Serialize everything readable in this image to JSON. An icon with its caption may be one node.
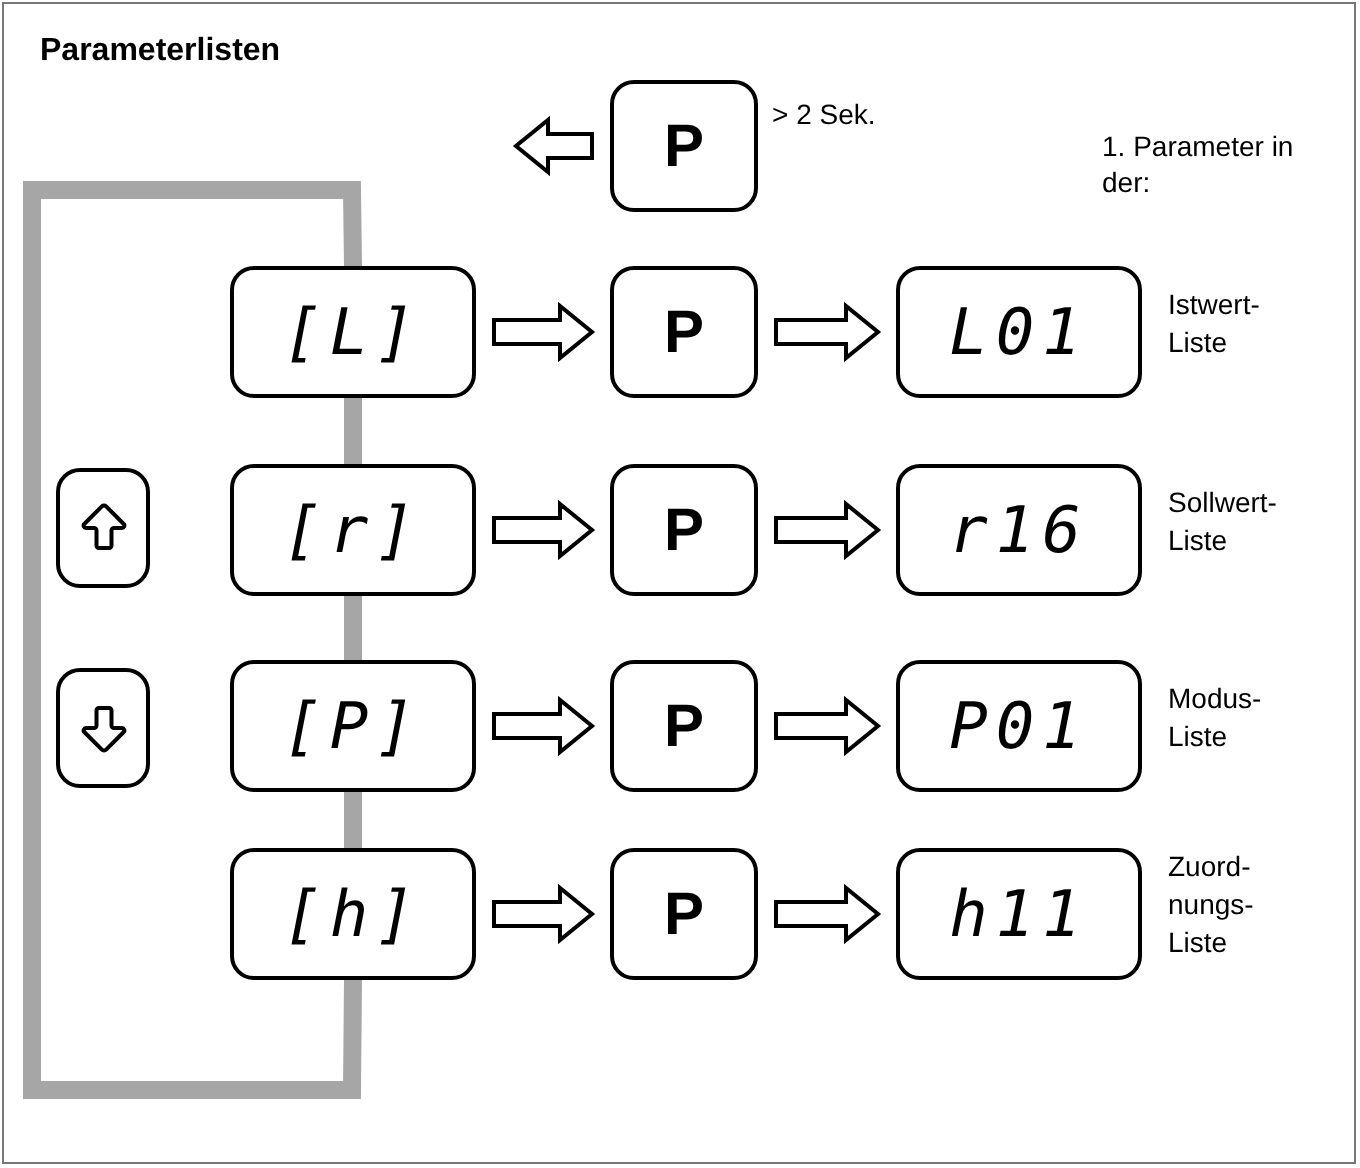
{
  "diagram": {
    "title": "Parameterlisten",
    "nodes": [
      {
        "text": [
          "P"
        ],
        "beside": [
          "> 2 Sek."
        ]
      },
      {
        "text": [
          "[L]"
        ]
      },
      {
        "text": [
          "P"
        ]
      },
      {
        "text": [
          "L01"
        ],
        "beside": [
          "Istwert- Liste"
        ]
      },
      {
        "text": [],
        "shape": "box"
      },
      {
        "text": [
          "[r]"
        ]
      },
      {
        "text": [
          "P"
        ]
      },
      {
        "text": [
          "r16"
        ],
        "beside": [
          "Sollwert- Liste"
        ]
      },
      {
        "text": [],
        "shape": "box"
      },
      {
        "text": [
          "[P]"
        ]
      },
      {
        "text": [
          "P"
        ]
      },
      {
        "text": [
          "P01"
        ],
        "beside": [
          "Modus- Liste"
        ]
      },
      {
        "text": [
          "[h]"
        ]
      },
      {
        "text": [
          "P"
        ]
      },
      {
        "text": [
          "h11"
        ],
        "beside": [
          "Zuord- nungs- Liste"
        ]
      }
    ],
    "edges": [
      {
        "from": 0,
        "to": null,
        "arrow": "to"
      },
      {
        "from": 1,
        "to": 2,
        "arrow": "to"
      },
      {
        "from": 2,
        "to": 3,
        "arrow": "to"
      },
      {
        "from": 5,
        "to": 6,
        "arrow": "to"
      },
      {
        "from": 6,
        "to": 7,
        "arrow": "to"
      },
      {
        "from": 9,
        "to": 10,
        "arrow": "to"
      },
      {
        "from": 10,
        "to": 11,
        "arrow": "to"
      },
      {
        "from": 12,
        "to": 13,
        "arrow": "to"
      },
      {
        "from": 13,
        "to": 14,
        "arrow": "to"
      },
      {
        "from": 1,
        "to": 5,
        "arrow": "none",
        "color": "#a6a6a6"
      },
      {
        "from": 5,
        "to": 9,
        "arrow": "none",
        "color": "#a6a6a6"
      },
      {
        "from": 9,
        "to": 12,
        "arrow": "none",
        "color": "#a6a6a6"
      },
      {
        "from": 12,
        "to": 1,
        "arrow": "none",
        "color": "#a6a6a6"
      }
    ],
    "labels": [
      "1. Parameter in der:"
    ]
  }
}
